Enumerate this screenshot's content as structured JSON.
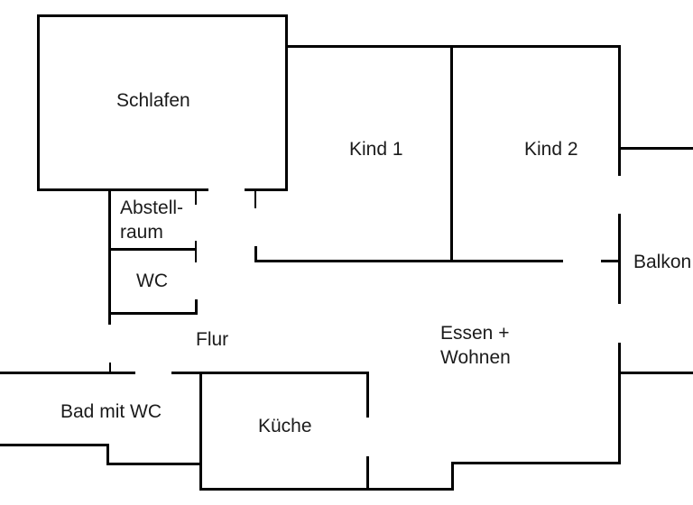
{
  "diagram": {
    "kind": "apartment-floor-plan",
    "background_color": "#ffffff",
    "wall_color": "#000000",
    "text_color": "#1b1b1b"
  },
  "rooms": {
    "schlafen": "Schlafen",
    "kind1": "Kind 1",
    "kind2": "Kind 2",
    "abstellraum_line1": "Abstell-",
    "abstellraum_line2": "raum",
    "wc": "WC",
    "balkon": "Balkon",
    "flur": "Flur",
    "essen_wohnen_line1": "Essen +",
    "essen_wohnen_line2": "Wohnen",
    "bad": "Bad mit WC",
    "kueche": "Küche"
  }
}
